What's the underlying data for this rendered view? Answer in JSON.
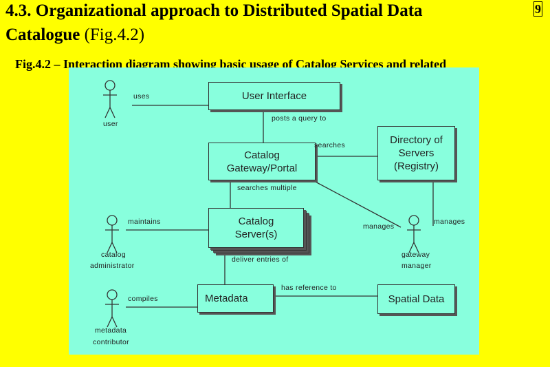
{
  "header": {
    "title_line1": "4.3. Organizational approach to Distributed Spatial Data",
    "title_bold2": "Catalogue",
    "title_normal2": " (Fig.4.2)",
    "page_number": "9",
    "caption": "Fig.4.2 – Interaction diagram showing basic usage of Catalog Services and related"
  },
  "diagram": {
    "boxes": {
      "ui": "User Interface",
      "gateway1": "Catalog",
      "gateway2": "Gateway/Portal",
      "dir1": "Directory of",
      "dir2": "Servers",
      "dir3": "(Registry)",
      "server1": "Catalog",
      "server2": "Server(s)",
      "metadata": "Metadata",
      "spatial": "Spatial Data"
    },
    "actors": {
      "user": "user",
      "admin1": "catalog",
      "admin2": "administrator",
      "contrib1": "metadata",
      "contrib2": "contributor",
      "gm1": "gateway",
      "gm2": "manager"
    },
    "edges": {
      "uses": "uses",
      "posts": "posts a query to",
      "searches": "searches",
      "multiple": "searches multiple",
      "maintains": "maintains",
      "manages1": "manages",
      "manages2": "manages",
      "deliver": "deliver entries of",
      "compiles": "compiles",
      "reference": "has reference to"
    }
  }
}
